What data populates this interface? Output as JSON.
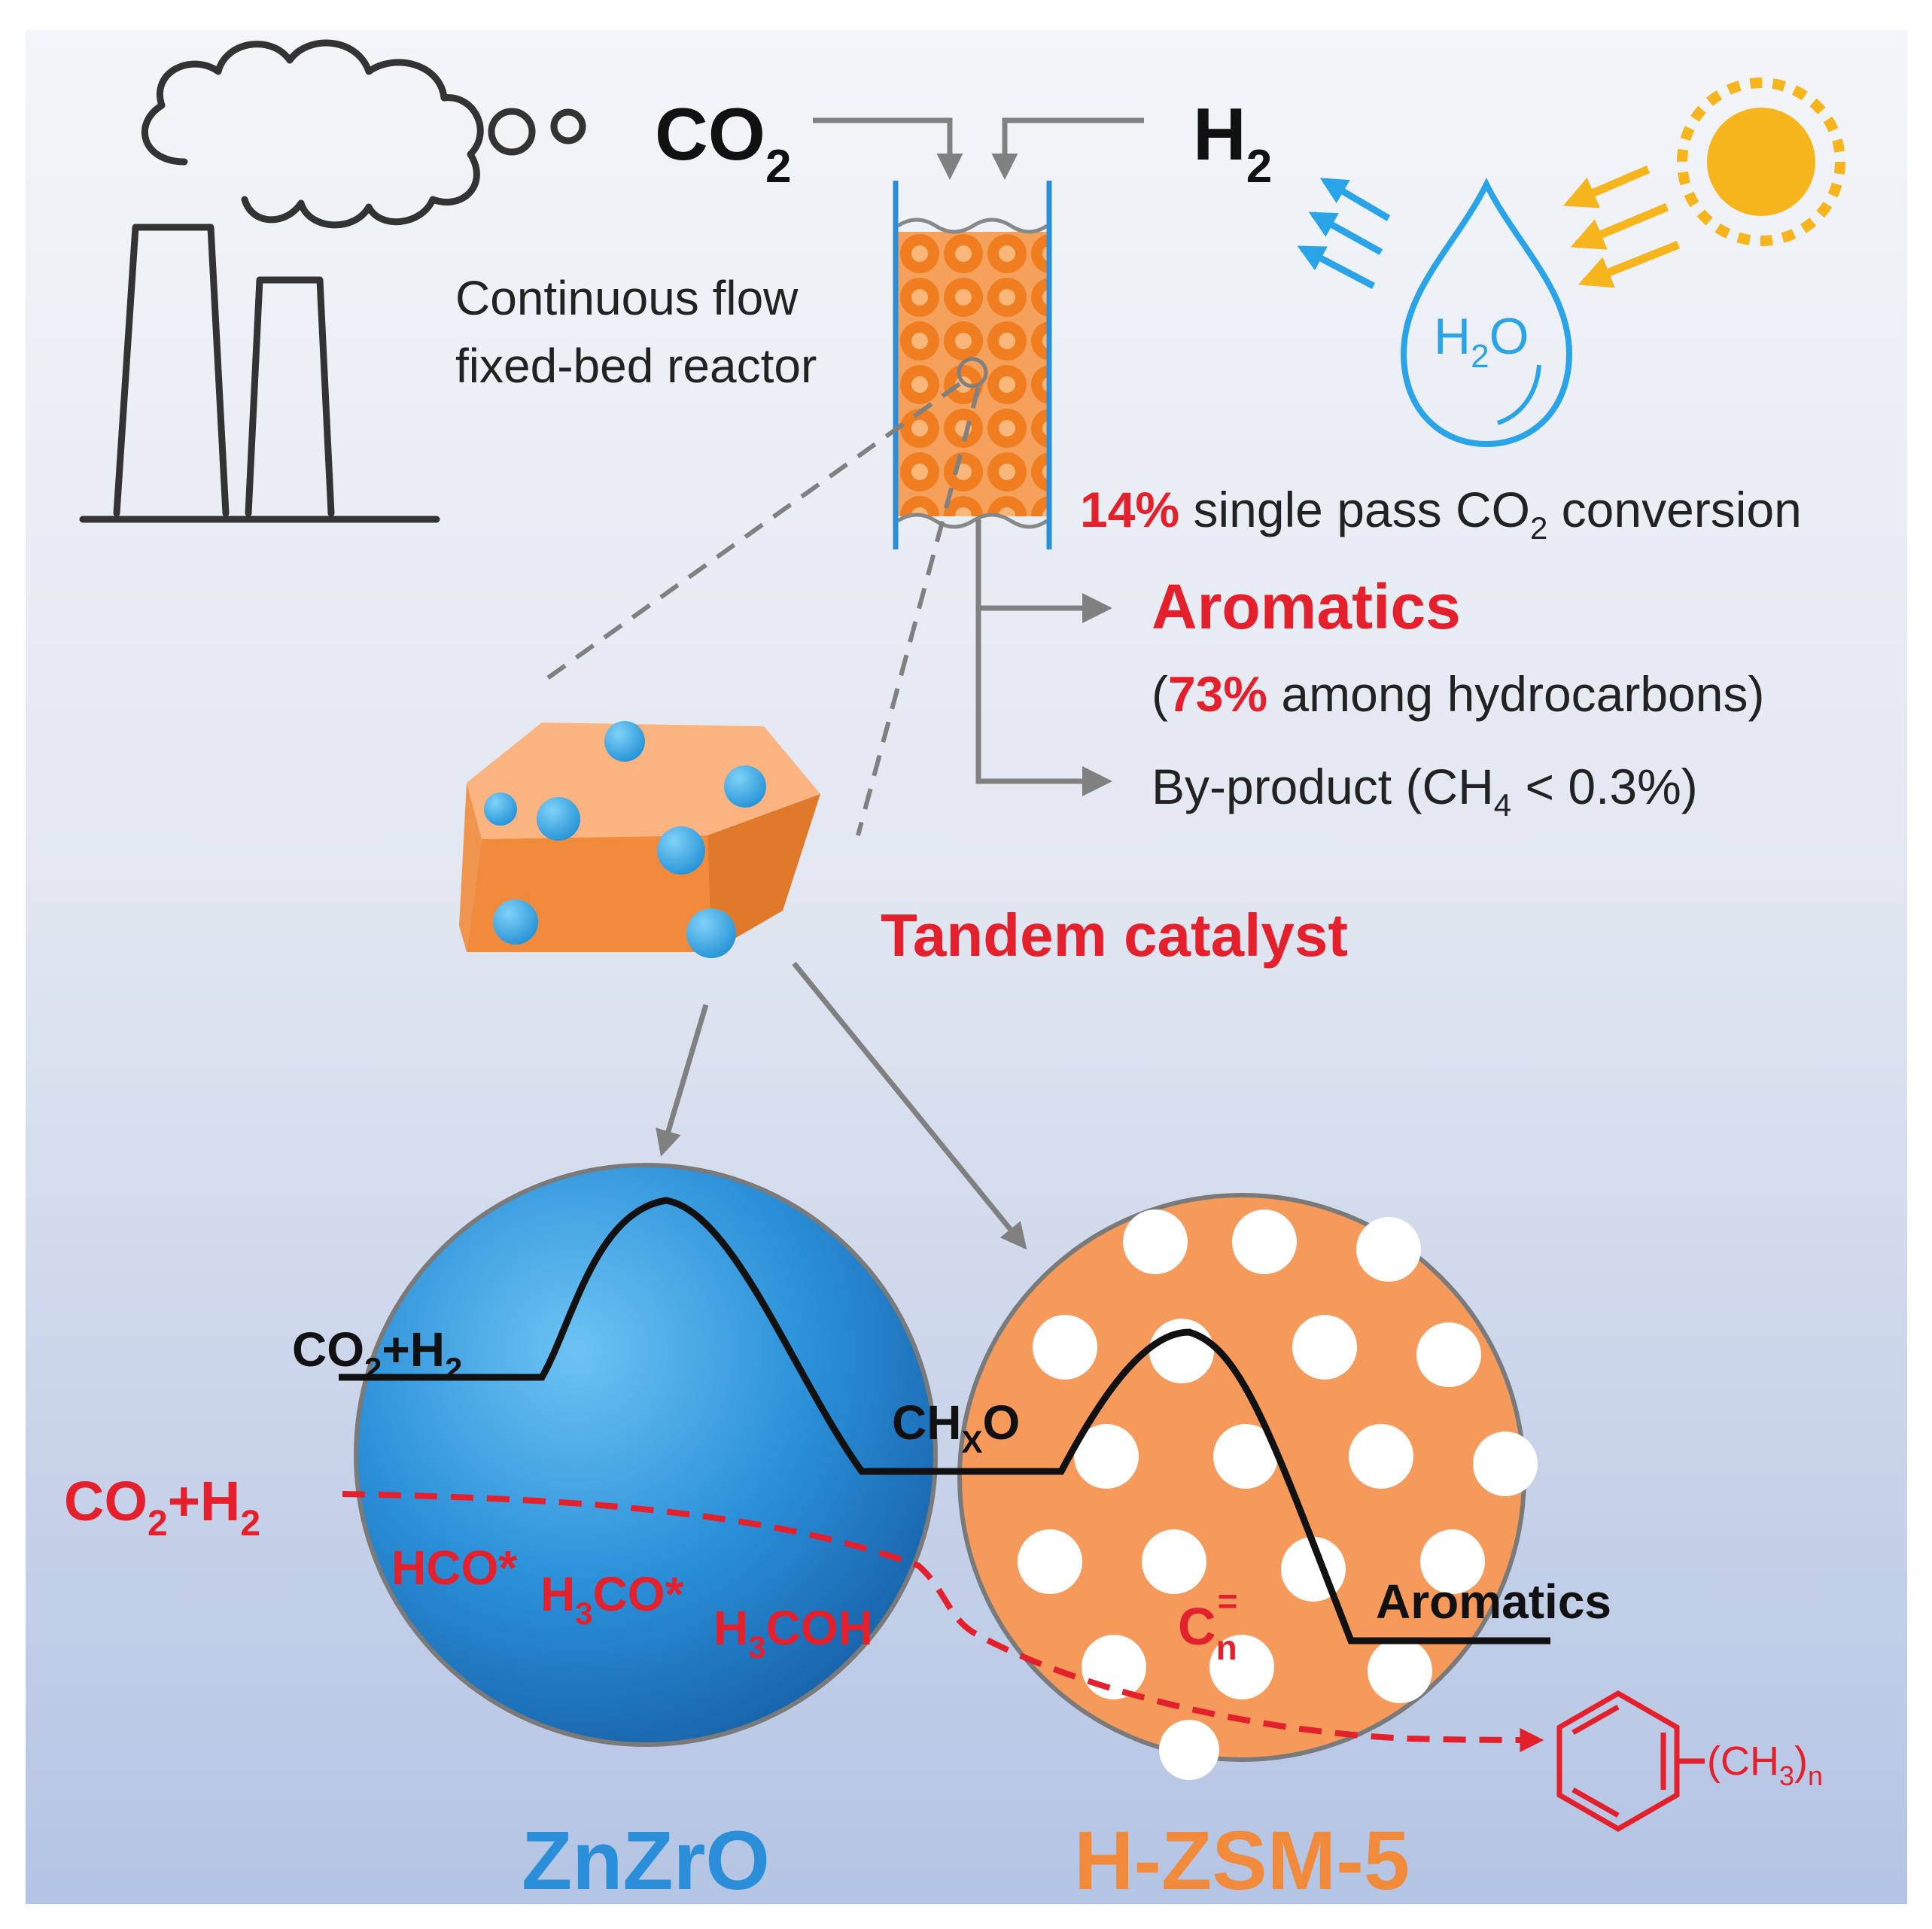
{
  "gases": {
    "co2": "CO",
    "co2_sub": "2",
    "h2": "H",
    "h2_sub": "2"
  },
  "water": {
    "h": "H",
    "sub": "2",
    "o": "O"
  },
  "reactor": {
    "line1": "Continuous flow",
    "line2": "fixed-bed reactor"
  },
  "conversion": {
    "pct": "14%",
    "pre": " single pass CO",
    "sub": "2",
    "post": " conversion"
  },
  "aromatics_out": {
    "title": "Aromatics",
    "open": "(",
    "pct": "73%",
    "rest": " among hydrocarbons)"
  },
  "byproduct": {
    "pre": "By-product (CH",
    "sub": "4",
    "post": " < 0.3%)"
  },
  "tandem": "Tandem catalyst",
  "energy": {
    "start_a": "CO",
    "start_sub1": "2",
    "start_b": "+H",
    "start_sub2": "2",
    "mid_a": "CH",
    "mid_sub": "X",
    "mid_b": "O",
    "end": "Aromatics"
  },
  "pathway": {
    "start_a": "CO",
    "start_sub1": "2",
    "start_b": "+H",
    "start_sub2": "2",
    "i1": "HCO*",
    "i2_a": "H",
    "i2_sub": "3",
    "i2_b": "CO*",
    "i3_a": "H",
    "i3_sub": "3",
    "i3_b": "COH",
    "olefin": "C",
    "olefin_sub": "n",
    "olefin_sup": "="
  },
  "product": {
    "a": "(CH",
    "sub": "3",
    "b": ")",
    "sub2": "n"
  },
  "catalysts": {
    "left": "ZnZrO",
    "right": "H-ZSM-5"
  },
  "colors": {
    "red": "#e3202b",
    "orange": "#f28a3c",
    "blue": "#2a8fd8",
    "grey": "#808080",
    "sun": "#f7b51d"
  },
  "icons": [
    "factory-icon",
    "sun-icon",
    "water-drop-icon",
    "reactor-icon",
    "catalyst-particle-icon",
    "benzene-ring-icon"
  ]
}
